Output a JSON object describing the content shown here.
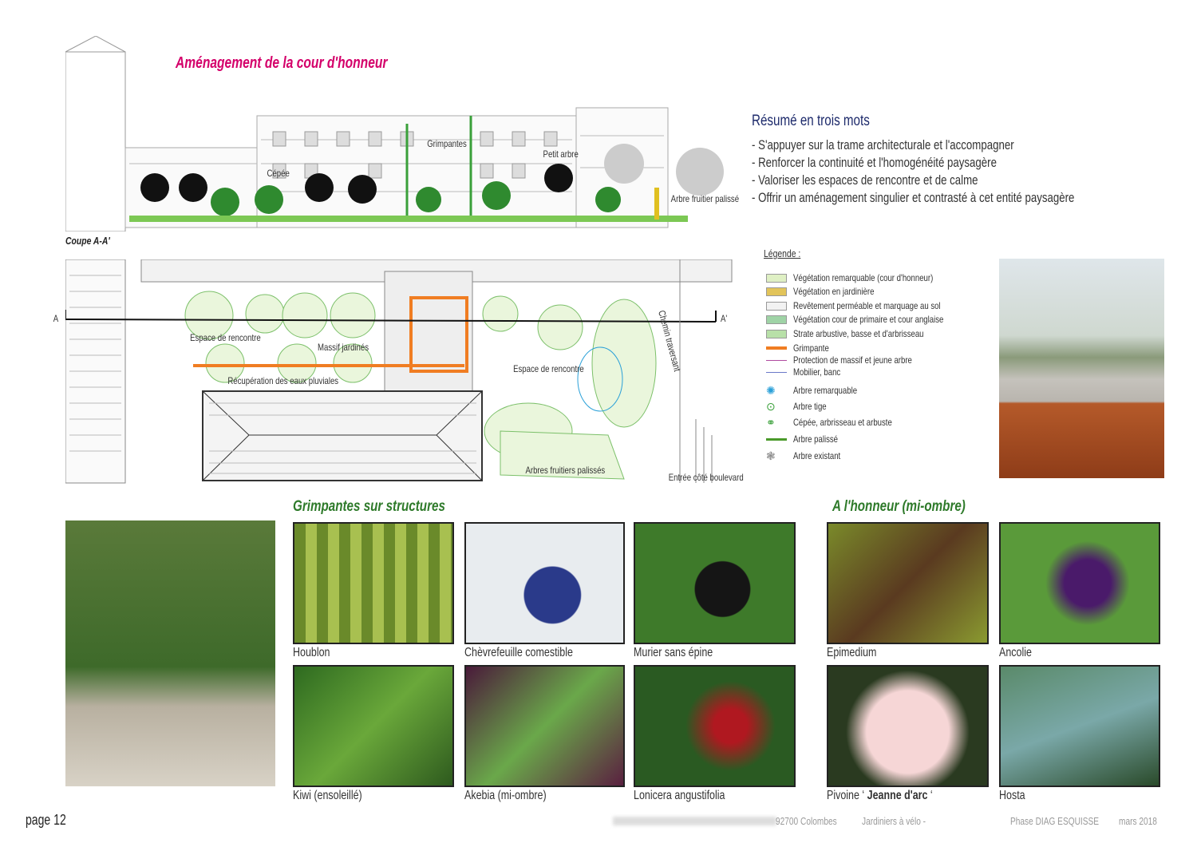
{
  "title": "Aménagement de la cour d'honneur",
  "section_label": "Coupe A-A'",
  "elevation_labels": [
    "Grimpantes",
    "Petit arbre",
    "Cépée",
    "Arbre fruitier palissé"
  ],
  "summary": {
    "title": "Résumé en trois mots",
    "bullets": [
      "- S'appuyer sur la trame architecturale et l'accompagner",
      "- Renforcer la continuité et l'homogénéité paysagère",
      "- Valoriser les espaces de rencontre et de calme",
      "- Offrir un aménagement singulier et contrasté à cet entité paysagère"
    ]
  },
  "plan_labels": {
    "a": "A",
    "a_prime": "A'",
    "espace1": "Espace de rencontre",
    "massif": "Massif jardinés",
    "recuperation": "Récupération des eaux pluviales",
    "espace2": "Espace de rencontre",
    "chemin": "Chemin traversant",
    "fruitiers": "Arbres fruitiers palissés",
    "entree": "Entrée côté boulevard"
  },
  "legend": {
    "title": "Légende :",
    "items": [
      {
        "label": "Végétation remarquable (cour d'honneur)",
        "color": "#dff0c4"
      },
      {
        "label": "Végétation en jardinière",
        "color": "#e2c45a"
      },
      {
        "label": "Revêtement perméable et marquage au sol",
        "color": "#f2f2f2"
      },
      {
        "label": "Végétation cour de primaire et cour anglaise",
        "color": "#9fd3a6"
      },
      {
        "label": "Strate arbustive, basse et d'arbrisseau",
        "color": "#b8e0a8"
      },
      {
        "label": "Grimpante",
        "color": "#f07d22"
      },
      {
        "label": "Protection de massif et jeune arbre",
        "color": "#b04aa0"
      },
      {
        "label": "Mobilier, banc",
        "color": "#6a78c8"
      },
      {
        "label": "Arbre remarquable",
        "icon": "tree-remarkable-icon"
      },
      {
        "label": "Arbre tige",
        "icon": "tree-stem-icon"
      },
      {
        "label": "Cépée, arbrisseau et arbuste",
        "icon": "shrub-icon"
      },
      {
        "label": "Arbre palissé",
        "icon": "espalier-icon"
      },
      {
        "label": "Arbre existant",
        "icon": "existing-tree-icon"
      }
    ]
  },
  "sections": {
    "climbers": "Grimpantes sur structures",
    "shade": "A l'honneur (mi-ombre)"
  },
  "climbers": [
    "Houblon",
    "Chèvrefeuille comestible",
    "Murier sans épine",
    "Kiwi (ensoleillé)",
    "Akebia (mi-ombre)",
    "Lonicera angustifolia"
  ],
  "shade": [
    "Epimedium",
    "Ancolie",
    "Pivoine ‘",
    "Jeanne d'arc",
    " ‘",
    "Hosta"
  ],
  "footer": {
    "page": "page 12",
    "city": "92700 Colombes",
    "team": "Jardiniers à vélo -",
    "phase": "Phase DIAG ESQUISSE",
    "date": "mars 2018"
  }
}
